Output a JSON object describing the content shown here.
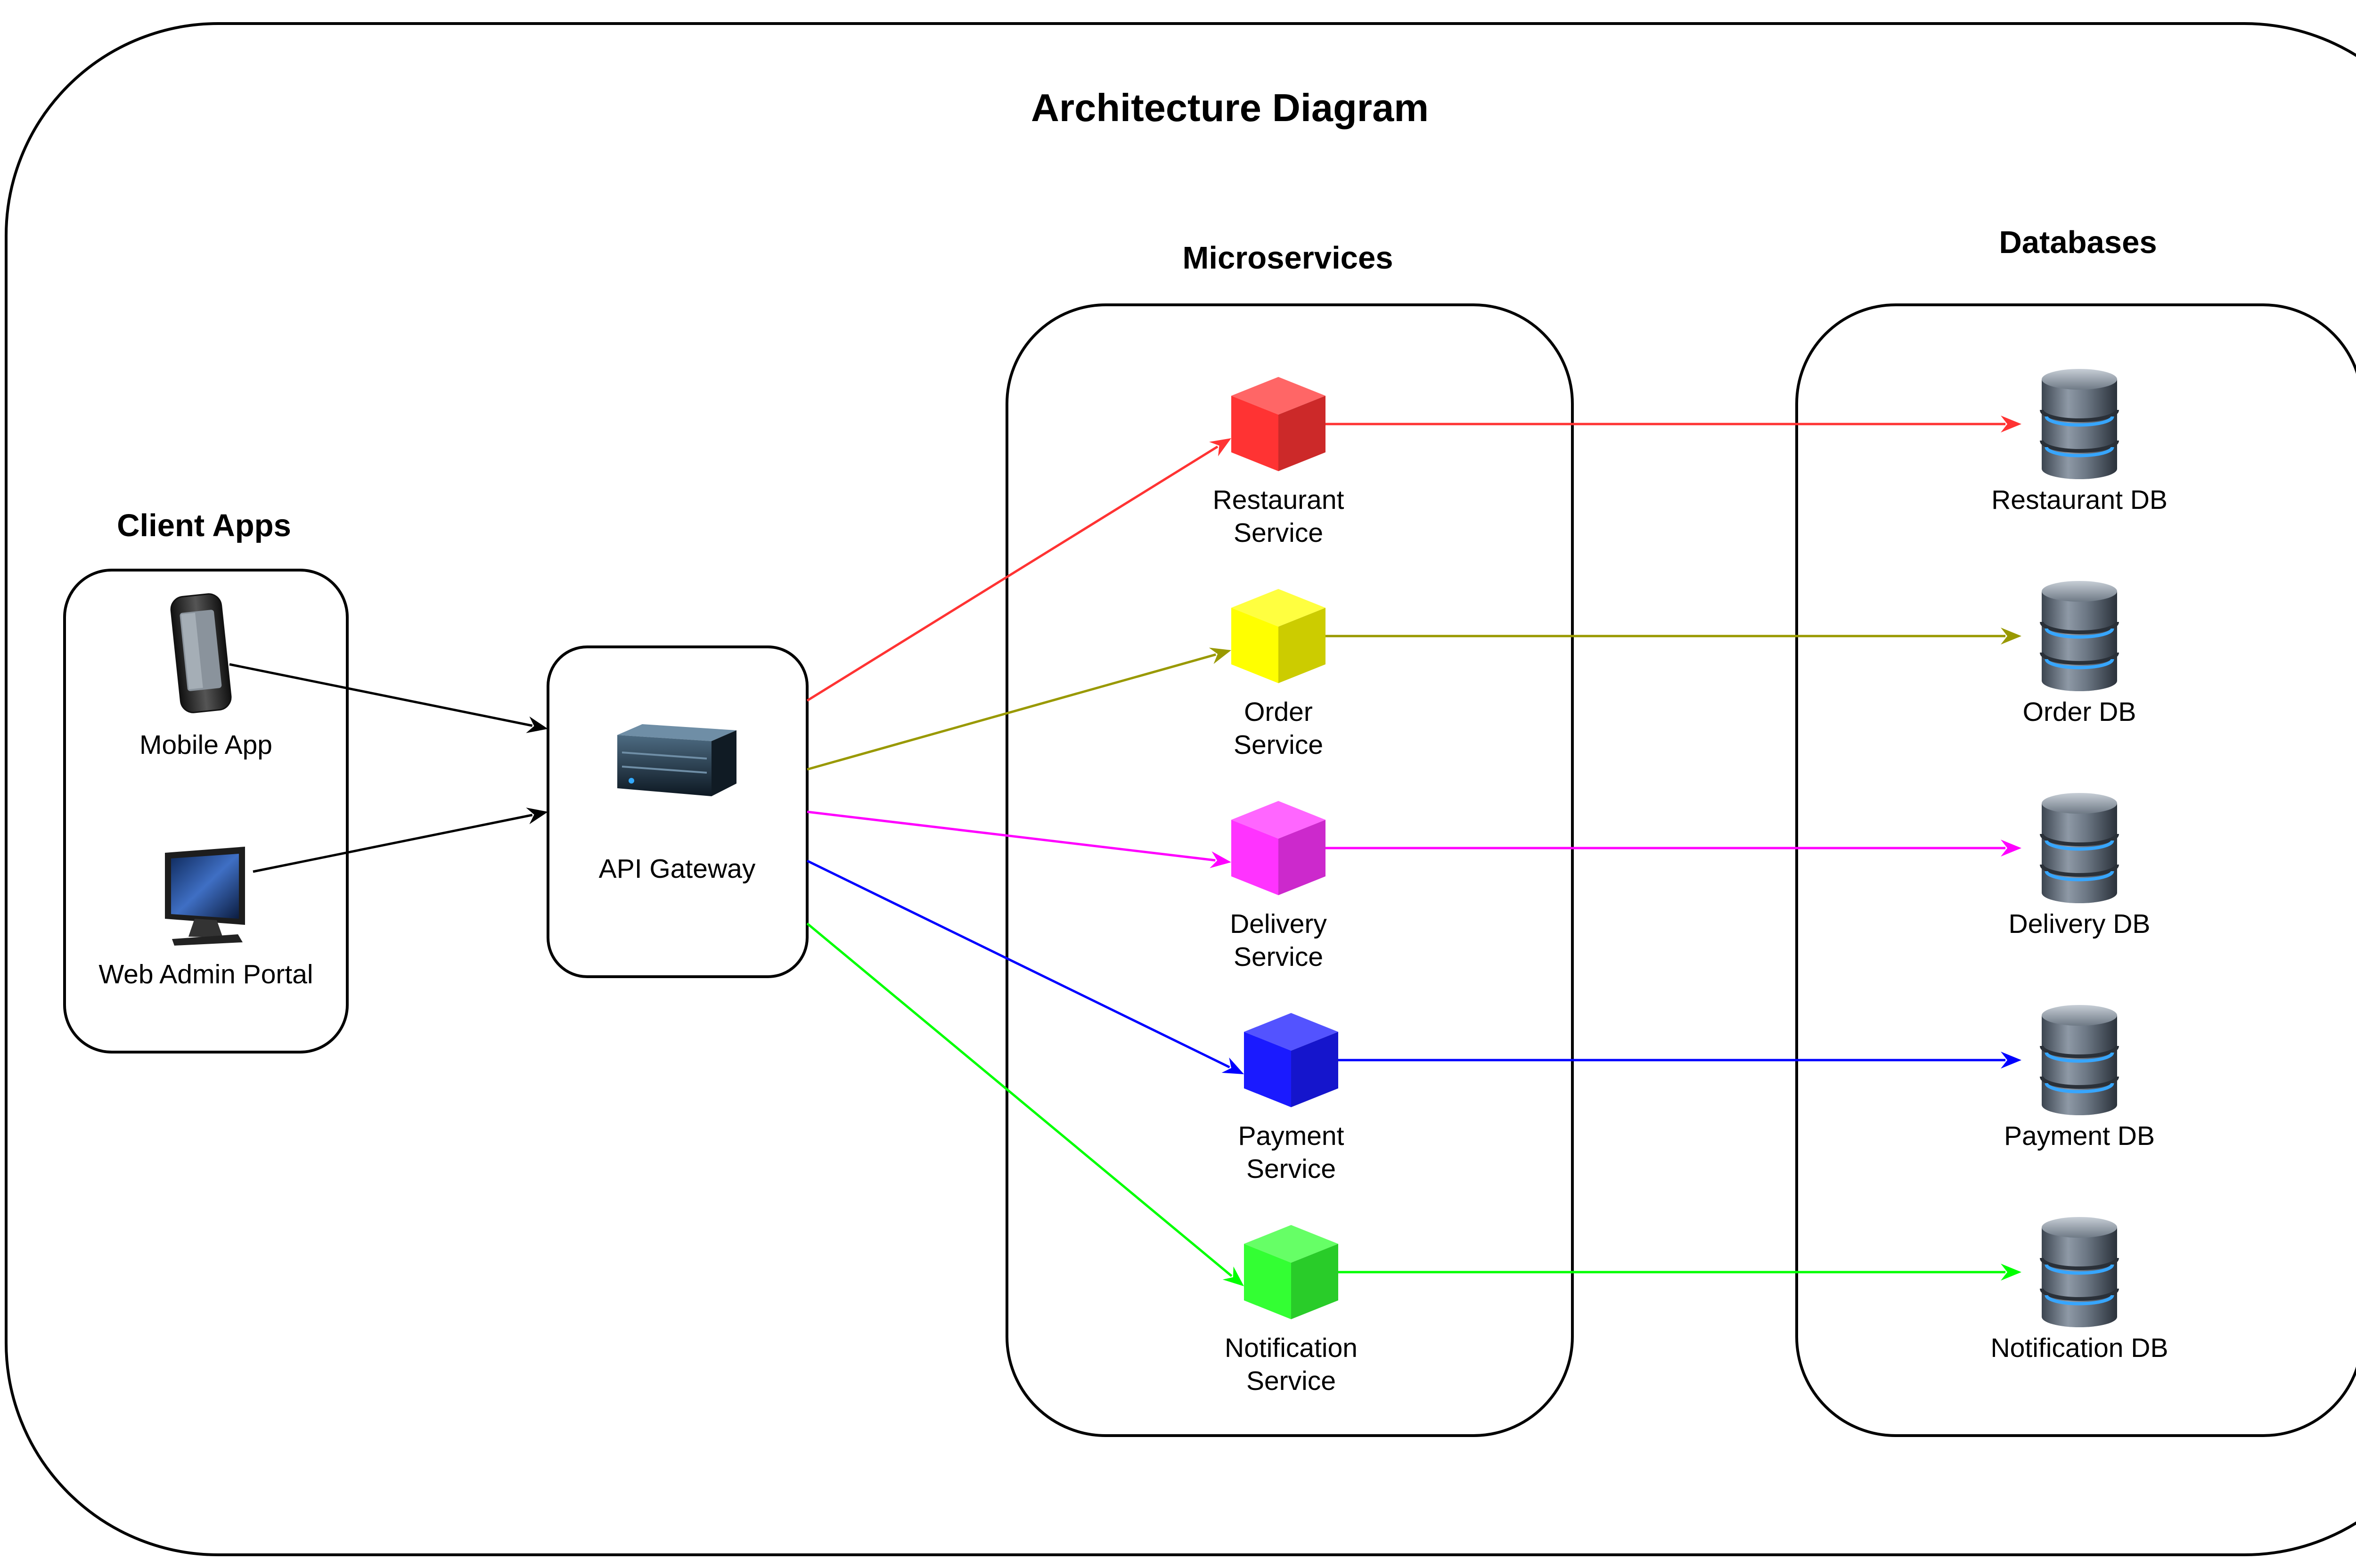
{
  "diagram": {
    "title": "Architecture Diagram",
    "groups": {
      "clients": "Client Apps",
      "microservices": "Microservices",
      "databases": "Databases"
    },
    "clients": [
      {
        "id": "mobile",
        "label": "Mobile App",
        "icon": "smartphone-icon"
      },
      {
        "id": "web",
        "label": "Web Admin Portal",
        "icon": "monitor-icon"
      }
    ],
    "gateway": {
      "label": "API Gateway",
      "icon": "server-icon"
    },
    "services": [
      {
        "id": "restaurant",
        "line1": "Restaurant",
        "line2": "Service",
        "color": "#ff3333",
        "db": "Restaurant DB"
      },
      {
        "id": "order",
        "line1": "Order",
        "line2": "Service",
        "color": "#ffff00",
        "edge": "#999900",
        "db": "Order DB"
      },
      {
        "id": "delivery",
        "line1": "Delivery",
        "line2": "Service",
        "color": "#ff33ff",
        "edge": "#ff00ff",
        "db": "Delivery DB"
      },
      {
        "id": "payment",
        "line1": "Payment",
        "line2": "Service",
        "color": "#1a1aff",
        "edge": "#0000ff",
        "db": "Payment DB"
      },
      {
        "id": "notification",
        "line1": "Notification",
        "line2": "Service",
        "color": "#33ff33",
        "edge": "#00ff00",
        "db": "Notification DB"
      }
    ],
    "icons": {
      "service": "cube-icon",
      "database": "database-icon"
    },
    "colors": {
      "line": "#000000",
      "background": "#ffffff"
    }
  }
}
